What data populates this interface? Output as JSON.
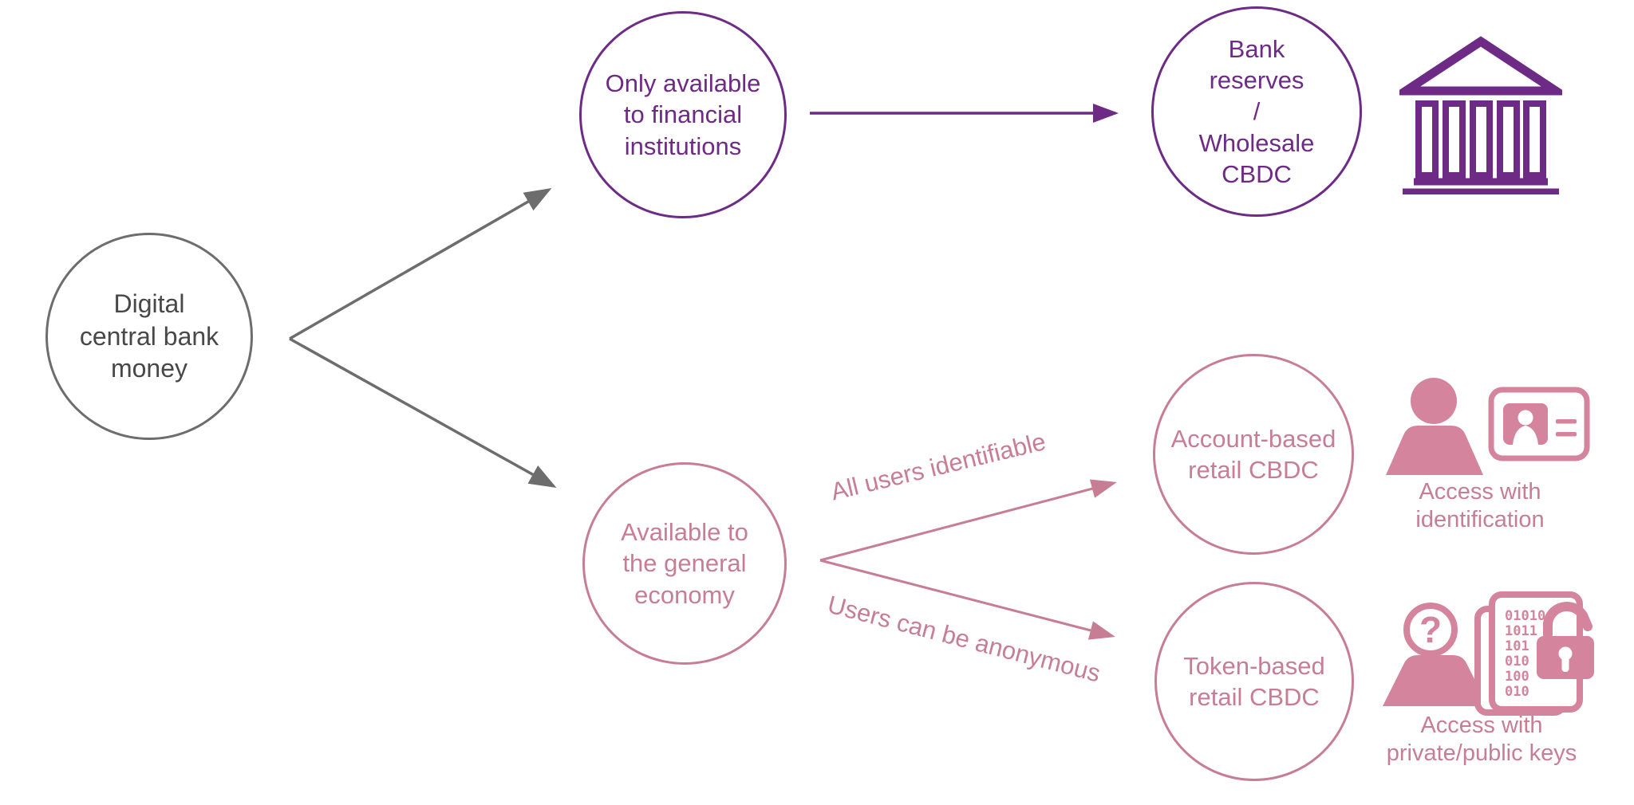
{
  "palette": {
    "purple": "#6e2b85",
    "pink_stroke": "#c77e95",
    "pink_fill": "#d4849c",
    "gray": "#6d6d6d",
    "text_gray": "#484848",
    "background": "#ffffff"
  },
  "nodes": {
    "root": {
      "label": "Digital\ncentral bank\nmoney"
    },
    "financial": {
      "label": "Only available\nto financial\ninstitutions"
    },
    "wholesale": {
      "label": "Bank\nreserves\n/\nWholesale\nCBDC"
    },
    "general": {
      "label": "Available to\nthe general\neconomy"
    },
    "account": {
      "label": "Account-based\nretail CBDC"
    },
    "token": {
      "label": "Token-based\nretail CBDC"
    }
  },
  "edge_labels": {
    "identifiable": "All users identifiable",
    "anonymous": "Users can be anonymous"
  },
  "captions": {
    "identification": "Access with\nidentification",
    "keys": "Access with\nprivate/public keys"
  },
  "icons": {
    "bank": "bank-building-icon",
    "person": "person-icon",
    "id_card": "id-card-icon",
    "anonymous_person": "anonymous-person-icon",
    "binary_document_lock": "binary-document-open-padlock-icon",
    "question_mark": "?"
  },
  "binary_lines": [
    "01010",
    "1011",
    "101",
    "010",
    "100",
    "010"
  ]
}
